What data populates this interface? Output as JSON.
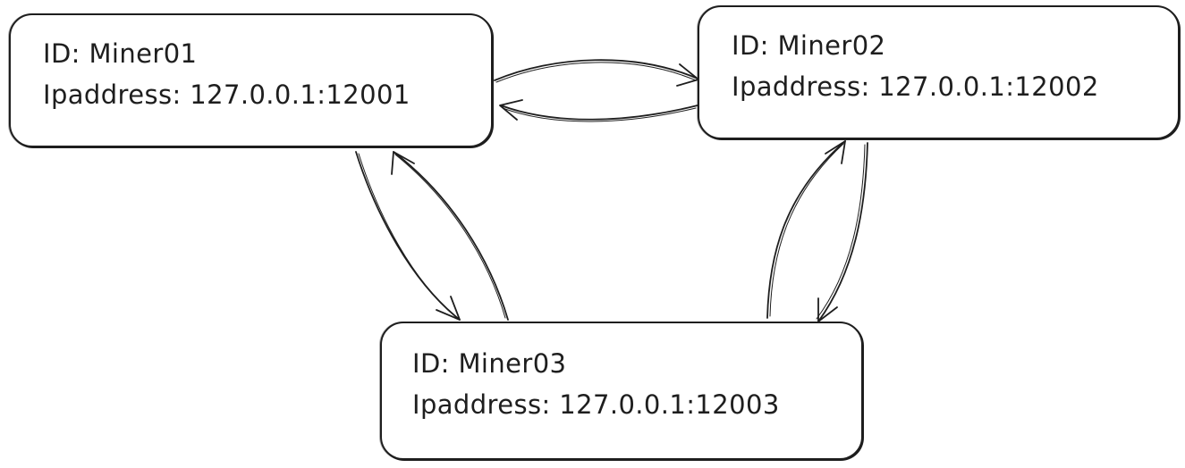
{
  "nodes": {
    "miner01": {
      "id_line": "ID: Miner01",
      "ip_line": "Ipaddress: 127.0.0.1:12001"
    },
    "miner02": {
      "id_line": "ID: Miner02",
      "ip_line": "Ipaddress: 127.0.0.1:12002"
    },
    "miner03": {
      "id_line": "ID: Miner03",
      "ip_line": "Ipaddress: 127.0.0.1:12003"
    }
  },
  "connections": [
    {
      "from": "miner01",
      "to": "miner02"
    },
    {
      "from": "miner02",
      "to": "miner01"
    },
    {
      "from": "miner01",
      "to": "miner03"
    },
    {
      "from": "miner03",
      "to": "miner01"
    },
    {
      "from": "miner03",
      "to": "miner02"
    },
    {
      "from": "miner02",
      "to": "miner03"
    }
  ],
  "colors": {
    "stroke": "#1e1e1e",
    "background": "#ffffff"
  }
}
